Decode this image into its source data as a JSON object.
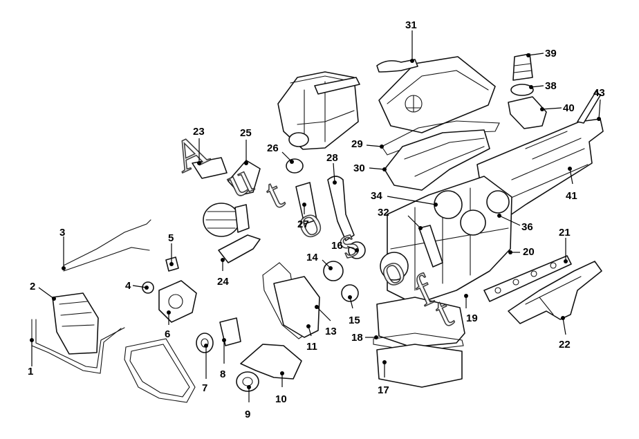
{
  "callouts": {
    "c1": "1",
    "c2": "2",
    "c3": "3",
    "c4": "4",
    "c5": "5",
    "c6": "6",
    "c7": "7",
    "c8": "8",
    "c9": "9",
    "c10": "10",
    "c11": "11",
    "c13": "13",
    "c14": "14",
    "c15": "15",
    "c16": "16",
    "c17": "17",
    "c18": "18",
    "c19": "19",
    "c20": "20",
    "c21": "21",
    "c22": "22",
    "c23": "23",
    "c24": "24",
    "c25": "25",
    "c26": "26",
    "c27": "27",
    "c28": "28",
    "c29": "29",
    "c30": "30",
    "c31": "31",
    "c32": "32",
    "c34": "34",
    "c36": "36",
    "c38": "38",
    "c39": "39",
    "c40": "40",
    "c41": "41",
    "c43": "43"
  },
  "watermark": {
    "l1": "A",
    "l2": "u",
    "l3": "t",
    "l4": "o",
    "l5": "s",
    "l6": "o",
    "l7": "f",
    "l8": "t"
  },
  "colors": {
    "line": "#111111",
    "background": "#ffffff"
  }
}
